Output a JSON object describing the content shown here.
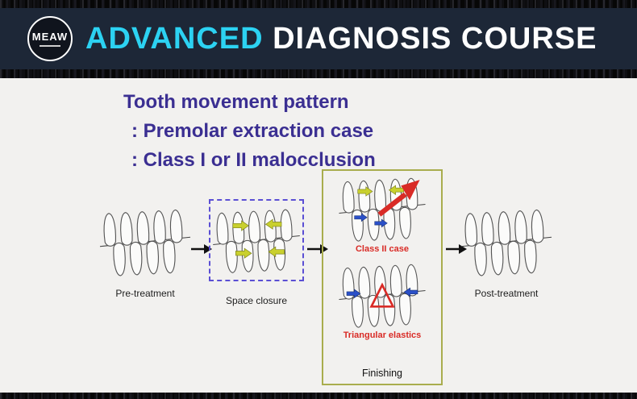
{
  "header": {
    "logo_text": "MEAW",
    "title_accent": "ADVANCED",
    "title_rest": "DIAGNOSIS COURSE"
  },
  "slide": {
    "title_line1": "Tooth movement pattern",
    "title_line2": ": Premolar extraction case",
    "title_line3": ": Class I or II malocclusion"
  },
  "diagram": {
    "pre_label": "Pre-treatment",
    "space_label": "Space closure",
    "class2_label": "Class II case",
    "elastics_label": "Triangular elastics",
    "finishing_label": "Finishing",
    "post_label": "Post-treatment"
  },
  "colors": {
    "accent_cyan": "#2cd2f2",
    "header_navy": "#1d2737",
    "title_purple": "#3b2f92",
    "red": "#d92b26",
    "yellow_arrow": "#c9d02e",
    "blue_arrow": "#2b50c8",
    "finishing_border": "#a9ad4e",
    "dashed_border": "#5b4fd4"
  }
}
